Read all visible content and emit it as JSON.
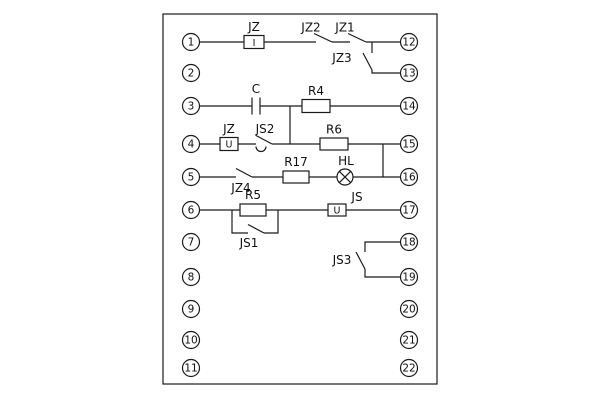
{
  "diagram": {
    "kind": "relay-internal-wiring-schematic",
    "colors": {
      "line": "#1a1a1a",
      "background": "#ffffff"
    },
    "terminals": {
      "left": [
        "1",
        "2",
        "3",
        "4",
        "5",
        "6",
        "7",
        "8",
        "9",
        "10",
        "11"
      ],
      "right": [
        "12",
        "13",
        "14",
        "15",
        "16",
        "17",
        "18",
        "19",
        "20",
        "21",
        "22"
      ]
    },
    "components": {
      "jz_coil": {
        "label": "JZ",
        "inner": "I"
      },
      "jz2": {
        "label": "JZ2"
      },
      "jz1": {
        "label": "JZ1"
      },
      "jz3": {
        "label": "JZ3"
      },
      "c": {
        "label": "C"
      },
      "r4": {
        "label": "R4"
      },
      "jz_aux": {
        "label": "JZ",
        "inner": "U"
      },
      "js2": {
        "label": "JS2"
      },
      "r6": {
        "label": "R6"
      },
      "jz4": {
        "label": "JZ4"
      },
      "r17": {
        "label": "R17"
      },
      "hl": {
        "label": "HL"
      },
      "r5": {
        "label": "R5"
      },
      "js_coil": {
        "label": "JS",
        "inner": "U"
      },
      "js1": {
        "label": "JS1"
      },
      "js3": {
        "label": "JS3"
      }
    }
  }
}
